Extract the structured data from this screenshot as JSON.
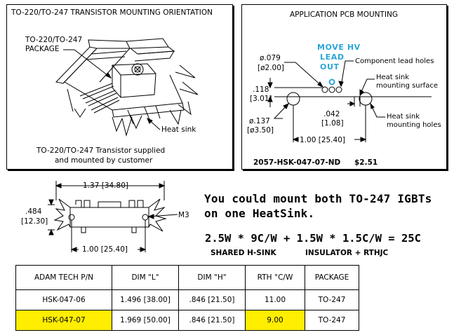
{
  "left_panel": {
    "title": "TO-220/TO-247 TRANSISTOR MOUNTING ORIENTATION",
    "package_label_1": "TO-220/TO-247",
    "package_label_2": "PACKAGE",
    "heatsink_label": "Heat sink",
    "caption_1": "TO-220/TO-247 Transistor supplied",
    "caption_2": "and mounted by customer"
  },
  "right_panel": {
    "title": "APPLICATION PCB MOUNTING",
    "move_hv": [
      "MOVE HV",
      "LEAD",
      "OUT"
    ],
    "dim_079_a": "ø.079",
    "dim_079_b": "[ø2.00]",
    "component_holes": "Component lead holes",
    "mount_surface_1": "Heat sink",
    "mount_surface_2": "mounting surface",
    "dim_118_a": ".118",
    "dim_118_b": "[3.01]",
    "dim_137_a": "ø.137",
    "dim_137_b": "[ø3.50]",
    "dim_042_a": ".042",
    "dim_042_b": "[1.08]",
    "mount_holes_1": "Heat sink",
    "mount_holes_2": "mounting holes",
    "dim_100": "1.00 [25.40]",
    "part_number": "2057-HSK-047-07-ND",
    "price": "$2.51"
  },
  "profile": {
    "dim_137": "1.37 [34.80]",
    "dim_484_a": ".484",
    "dim_484_b": "[12.30]",
    "m3": "M3",
    "dim_100": "1.00 [25.40]"
  },
  "note": {
    "line1": "You could mount both TO-247 IGBTs",
    "line2": "on one HeatSink.",
    "equation": "2.5W * 9C/W + 1.5W * 1.5C/W = 25C",
    "sub1": "SHARED H-SINK",
    "sub2": "INSULATOR + RTHJC"
  },
  "table": {
    "headers": [
      "ADAM TECH P/N",
      "DIM \"L\"",
      "DIM \"H\"",
      "RTH °C/W",
      "PACKAGE"
    ],
    "rows": [
      [
        "HSK-047-06",
        "1.496 [38.00]",
        ".846 [21.50]",
        "11.00",
        "TO-247"
      ],
      [
        "HSK-047-07",
        "1.969 [50.00]",
        ".846 [21.50]",
        "9.00",
        "TO-247"
      ]
    ],
    "highlight_color": "#ffee00"
  },
  "colors": {
    "accent_blue": "#2aa6d8",
    "highlight": "#ffee00"
  }
}
